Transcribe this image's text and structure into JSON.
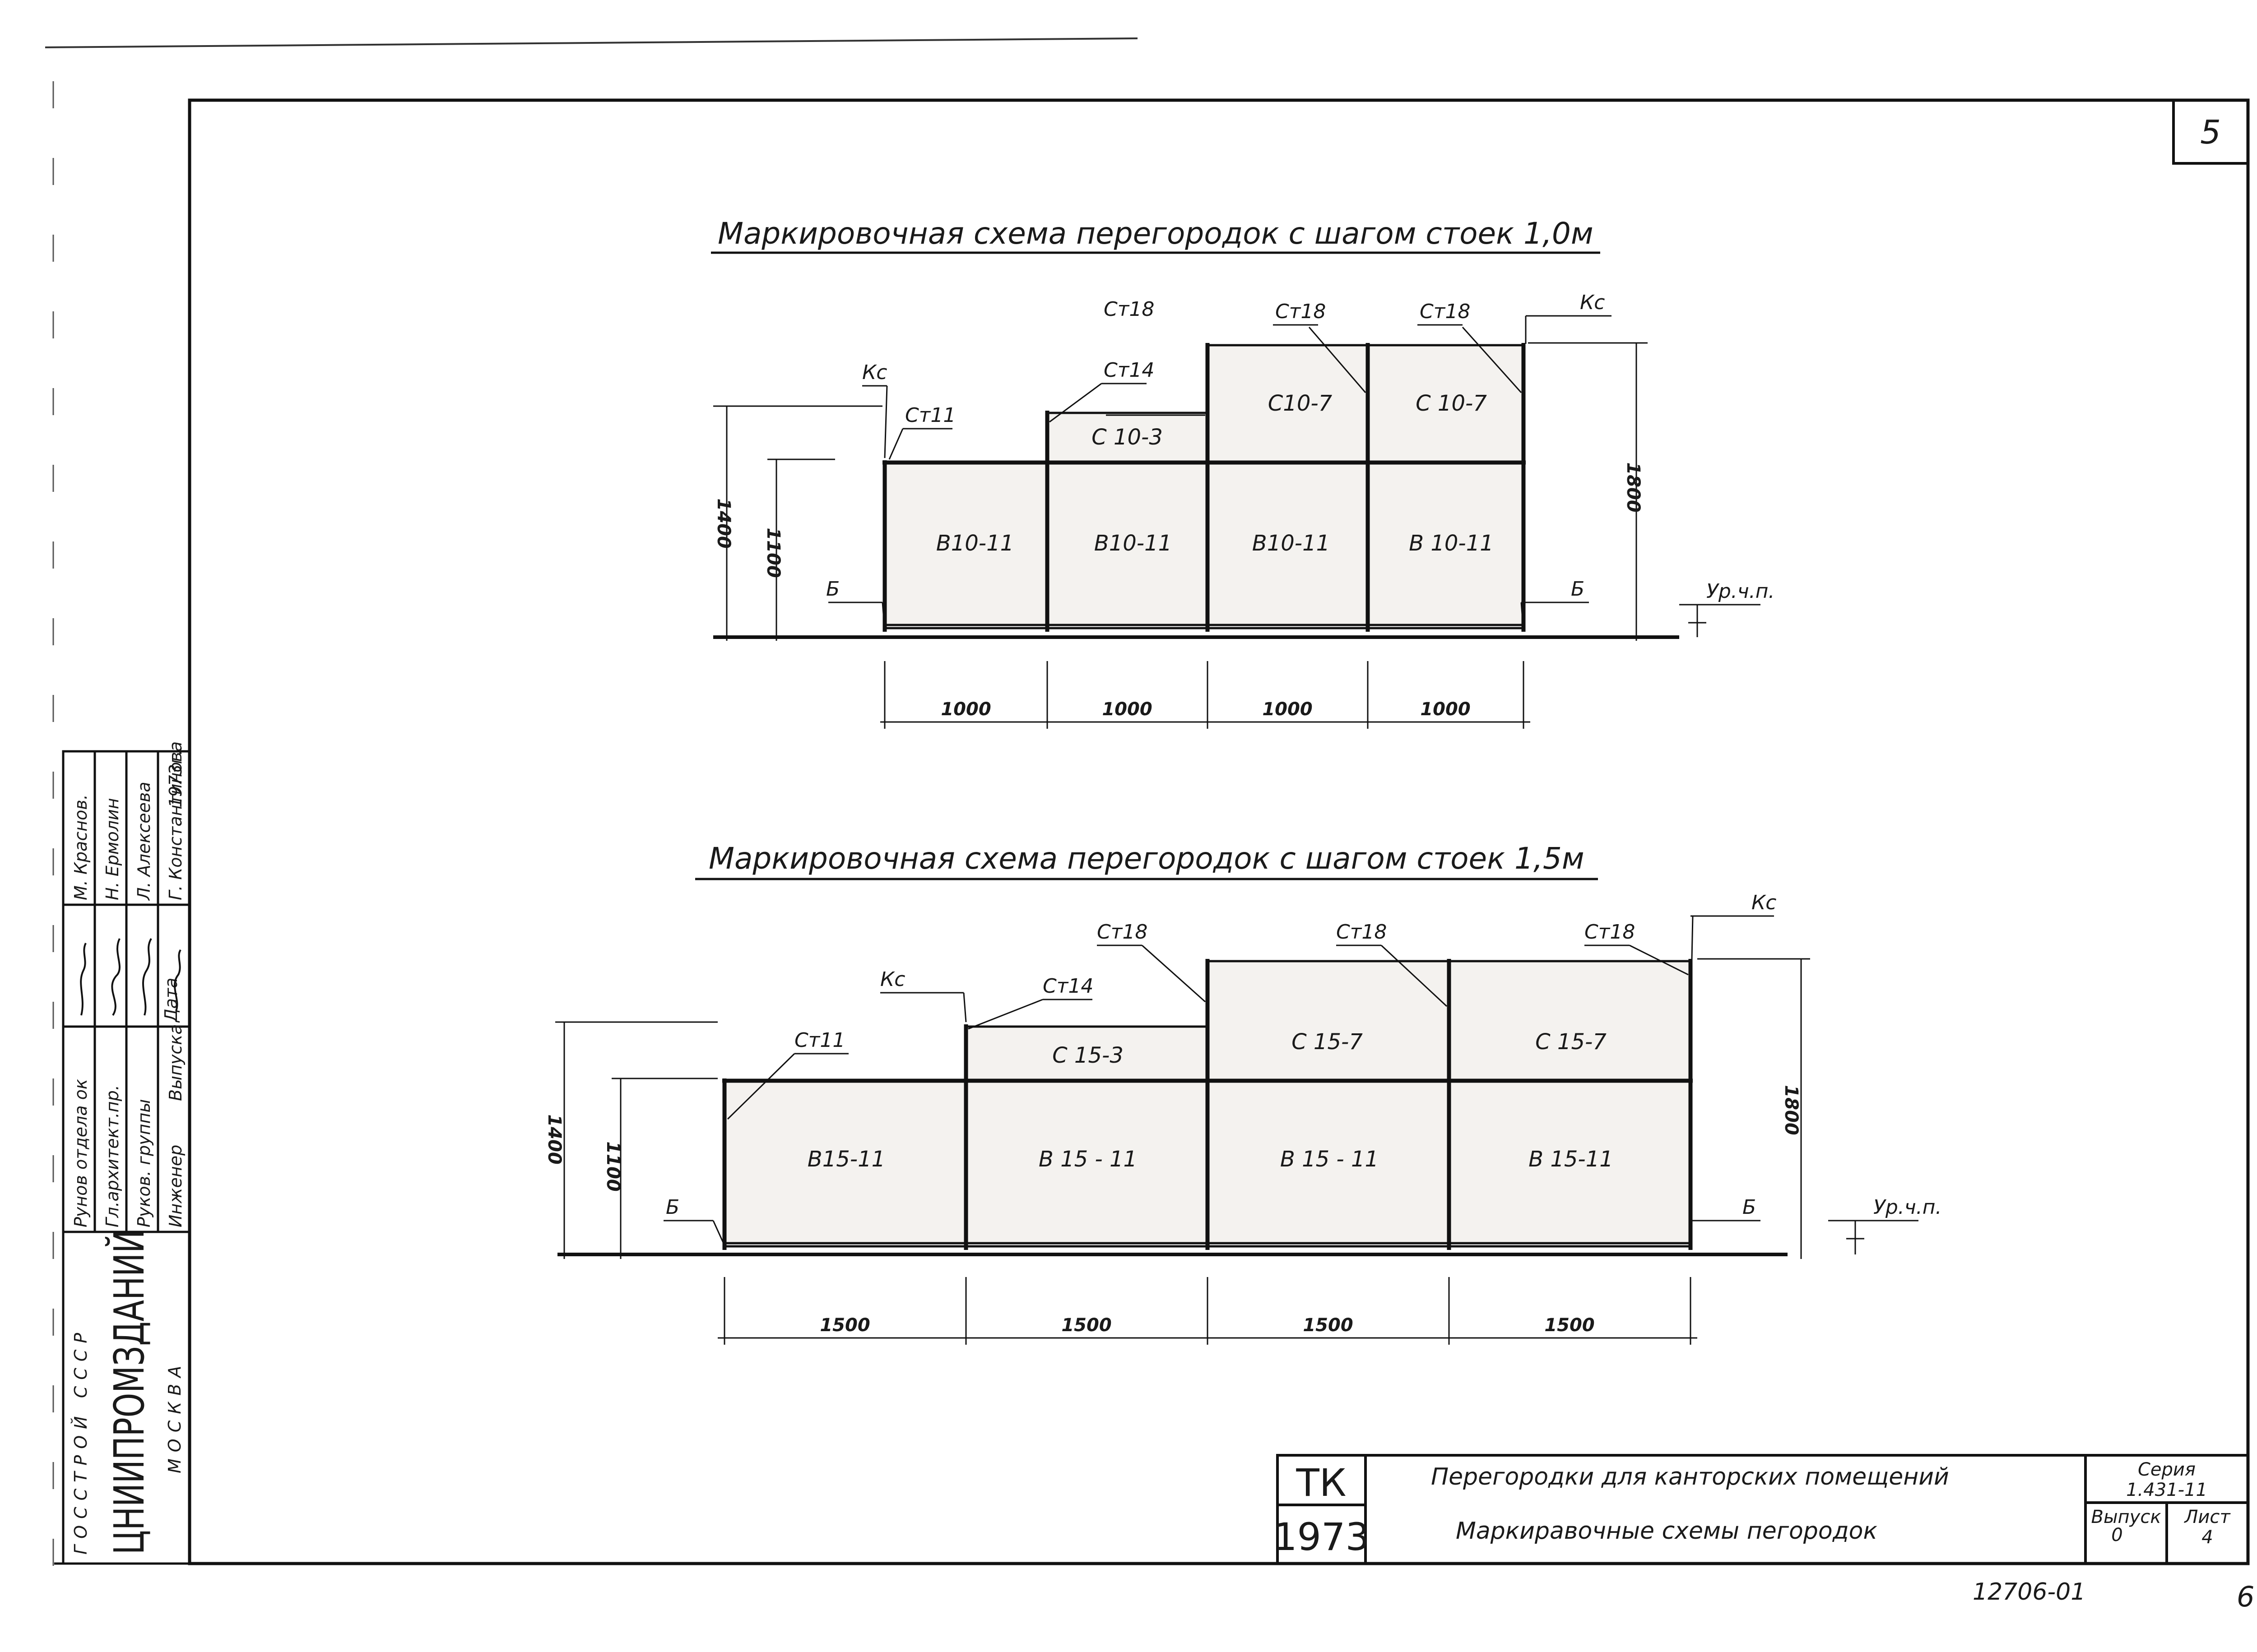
{
  "sheet_number": "5",
  "scheme1": {
    "title": "Маркировочная схема перегородок с шагом стоек 1,0м",
    "labels": {
      "kc_left": "Кс",
      "st11": "Ст11",
      "st18_a": "Ст18",
      "st14": "Ст14",
      "st18_b": "Ст18",
      "st18_c": "Ст18",
      "kc_right": "Кс",
      "b_left": "Б",
      "b_right": "Б",
      "level": "Ур.ч.п."
    },
    "panels_top": [
      "С 10-3",
      "С10-7",
      "С 10-7"
    ],
    "panels_bottom": [
      "В10-11",
      "В10-11",
      "В10-11",
      "В 10-11"
    ],
    "dims_bottom": [
      "1000",
      "1000",
      "1000",
      "1000"
    ],
    "dim_1400": "1400",
    "dim_1100": "1100",
    "dim_1800": "1800"
  },
  "scheme2": {
    "title": "Маркировочная схема перегородок с шагом стоек 1,5м",
    "labels": {
      "kc_left": "Кс",
      "st11": "Ст11",
      "st14": "Ст14",
      "st18_a": "Ст18",
      "st18_b": "Ст18",
      "st18_c": "Ст18",
      "kc_right": "Кс",
      "b_left": "Б",
      "b_right": "Б",
      "level": "Ур.ч.п."
    },
    "panels_top": [
      "С 15-3",
      "С 15-7",
      "С 15-7"
    ],
    "panels_bottom": [
      "В15-11",
      "В 15 - 11",
      "В 15 - 11",
      "В 15-11"
    ],
    "dims_bottom": [
      "1500",
      "1500",
      "1500",
      "1500"
    ],
    "dim_1400": "1400",
    "dim_1100": "1100",
    "dim_1800": "1800"
  },
  "stamp": {
    "roles": [
      "Рунов отдела ок",
      "Гл.архитект.пр.",
      "Руков. группы",
      "Инженер"
    ],
    "names": [
      "М. Краснов.",
      "Н. Ермолин",
      "Л. Алексеева",
      "Г. Константинова"
    ],
    "date_label": "Дата",
    "issue_label": "Выпуска",
    "year": "1973г.",
    "org1": "ГОССТРОЙ СССР",
    "org2": "ЦНИИПРОМЗДАНИЙ",
    "org3": "МОСКВА"
  },
  "title_block": {
    "tk": "ТК",
    "year": "1973",
    "line1": "Перегородки для канторских помещений",
    "line2": "Маркиравочные схемы пегородок",
    "series_label": "Серия",
    "series_value": "1.431-11",
    "issue_label": "Выпуск",
    "issue_value": "0",
    "sheet_label": "Лист",
    "sheet_value": "4"
  },
  "archive_number": "12706-01",
  "corner_mark": "6"
}
